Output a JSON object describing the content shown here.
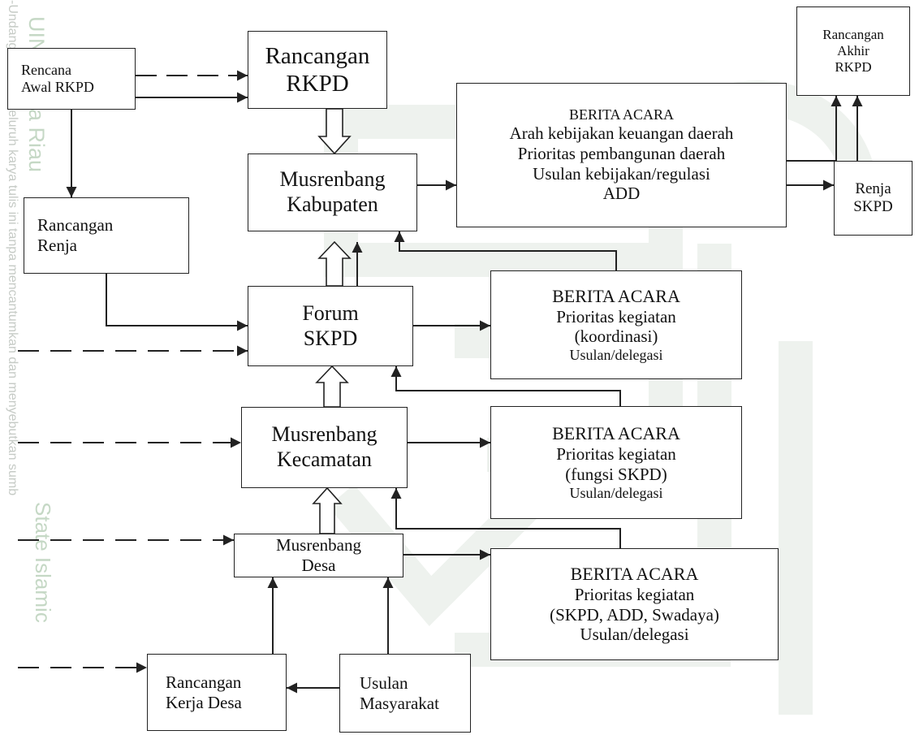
{
  "watermark": {
    "side_text": "-Undang   ian atau seluruh karya tulis ini tanpa mencantumkan dan menyebutkan sumb",
    "uin_text": "UIN Suska Riau",
    "state_text": "State Islamic"
  },
  "boxes": {
    "rencana_awal": [
      "Rencana",
      "Awal RKPD"
    ],
    "rancangan_rkpd": [
      "Rancangan",
      "RKPD"
    ],
    "musrenbang_kabupaten": [
      "Musrenbang",
      "Kabupaten"
    ],
    "berita_acara_1": [
      "BERITA ACARA",
      "Arah kebijakan keuangan daerah",
      "Prioritas pembangunan daerah",
      "Usulan kebijakan/regulasi",
      "ADD"
    ],
    "rancangan_akhir": [
      "Rancangan",
      "Akhir",
      "RKPD"
    ],
    "renja_skpd": [
      "Renja",
      "SKPD"
    ],
    "rancangan_renja": [
      "Rancangan",
      "Renja"
    ],
    "forum_skpd": [
      "Forum",
      "SKPD"
    ],
    "berita_acara_2": [
      "BERITA ACARA",
      "Prioritas kegiatan",
      "(koordinasi)",
      "Usulan/delegasi"
    ],
    "musrenbang_kecamatan": [
      "Musrenbang",
      "Kecamatan"
    ],
    "berita_acara_3": [
      "BERITA ACARA",
      "Prioritas kegiatan",
      "(fungsi SKPD)",
      "Usulan/delegasi"
    ],
    "musrenbang_desa": [
      "Musrenbang",
      "Desa"
    ],
    "berita_acara_4": [
      "BERITA ACARA",
      "Prioritas kegiatan",
      "(SKPD, ADD, Swadaya)",
      "Usulan/delegasi"
    ],
    "rancangan_kerja_desa": [
      "Rancangan",
      "Kerja Desa"
    ],
    "usulan_masyarakat": [
      "Usulan",
      "Masyarakat"
    ]
  }
}
